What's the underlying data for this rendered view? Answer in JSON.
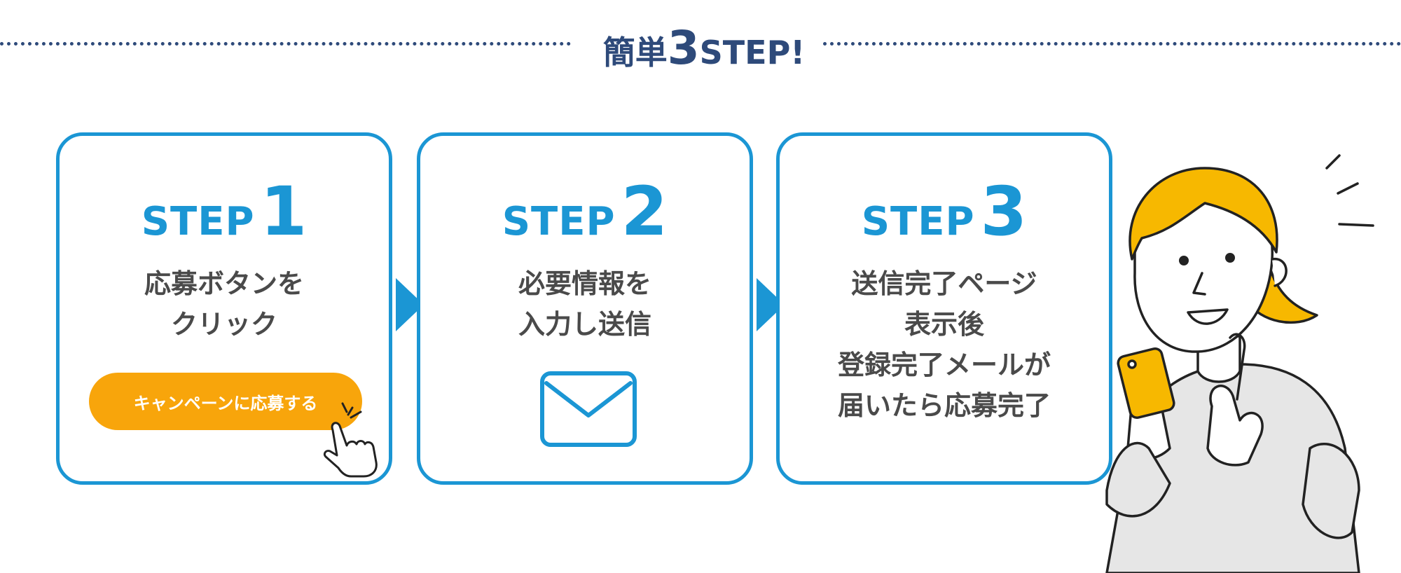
{
  "header": {
    "title_part1": "簡単",
    "title_part2": "3",
    "title_part3": "STEP!"
  },
  "steps": [
    {
      "step_word": "STEP",
      "step_number": "1",
      "lines": [
        "応募ボタンを",
        "クリック"
      ],
      "button_label": "キャンペーンに応募する"
    },
    {
      "step_word": "STEP",
      "step_number": "2",
      "lines": [
        "必要情報を",
        "入力し送信"
      ]
    },
    {
      "step_word": "STEP",
      "step_number": "3",
      "lines": [
        "送信完了ページ",
        "表示後",
        "登録完了メールが",
        "届いたら応募完了"
      ]
    }
  ],
  "colors": {
    "accent_blue": "#1b96d4",
    "title_navy": "#2e4a7a",
    "button_orange": "#f8a50b",
    "hair_yellow": "#f7b800",
    "text_gray": "#4a4a4a"
  },
  "icons": [
    "pointing-hand-icon",
    "envelope-icon",
    "arrow-right-icon"
  ]
}
